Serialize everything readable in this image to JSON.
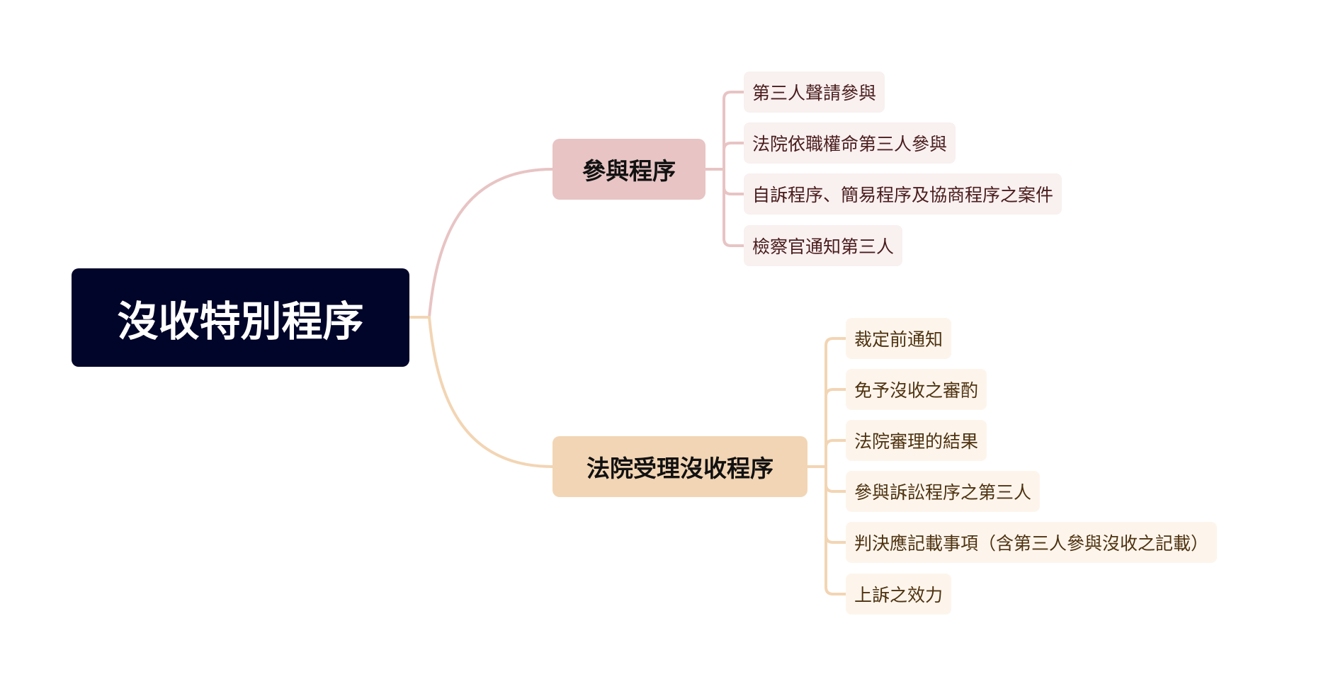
{
  "root": {
    "label": "沒收特別程序",
    "color": "#000529"
  },
  "branches": [
    {
      "label": "參與程序",
      "color": "#e8c4c4",
      "children": [
        "第三人聲請參與",
        "法院依職權命第三人參與",
        "自訴程序、簡易程序及協商程序之案件",
        "檢察官通知第三人"
      ]
    },
    {
      "label": "法院受理沒收程序",
      "color": "#f2d5b4",
      "children": [
        "裁定前通知",
        "免予沒收之審酌",
        "法院審理的結果",
        "參與訴訟程序之第三人",
        "判決應記載事項（含第三人參與沒收之記載）",
        "上訴之效力"
      ]
    }
  ]
}
